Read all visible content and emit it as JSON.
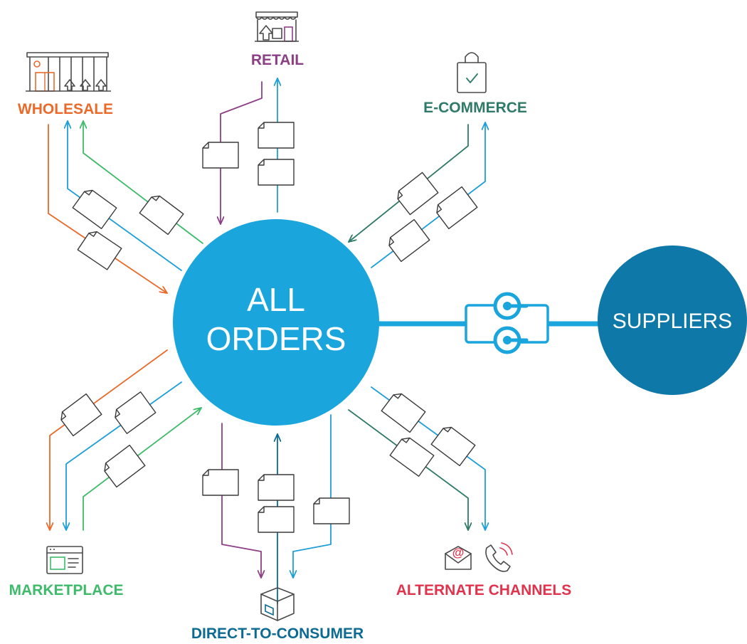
{
  "hub": {
    "line1": "ALL",
    "line2": "ORDERS"
  },
  "suppliers": {
    "label": "SUPPLIERS"
  },
  "channels": {
    "retail": {
      "label": "RETAIL",
      "icon": "storefront-icon"
    },
    "wholesale": {
      "label": "WHOLESALE",
      "icon": "warehouse-icon"
    },
    "ecommerce": {
      "label": "E-COMMERCE",
      "icon": "shopping-bag-icon"
    },
    "marketplace": {
      "label": "MARKETPLACE",
      "icon": "browser-window-icon"
    },
    "direct": {
      "label": "DIRECT-TO-CONSUMER",
      "icon": "package-box-icon"
    },
    "alternate": {
      "label": "ALTERNATE CHANNELS",
      "icons": [
        "email-icon",
        "phone-icon"
      ]
    }
  },
  "colors": {
    "hub": "#1aa6dd",
    "suppliers": "#0e78a8",
    "connector": "#1aa6dd",
    "blue": "#1f9fd8",
    "retail": "#8d3f86",
    "wholesale": "#ea6a2b",
    "green": "#3ebb6a",
    "ecommerce": "#2f7a68",
    "direct": "#0d6a93",
    "alternate": "#e2334d",
    "marketplace_label": "#3ebb6a"
  }
}
